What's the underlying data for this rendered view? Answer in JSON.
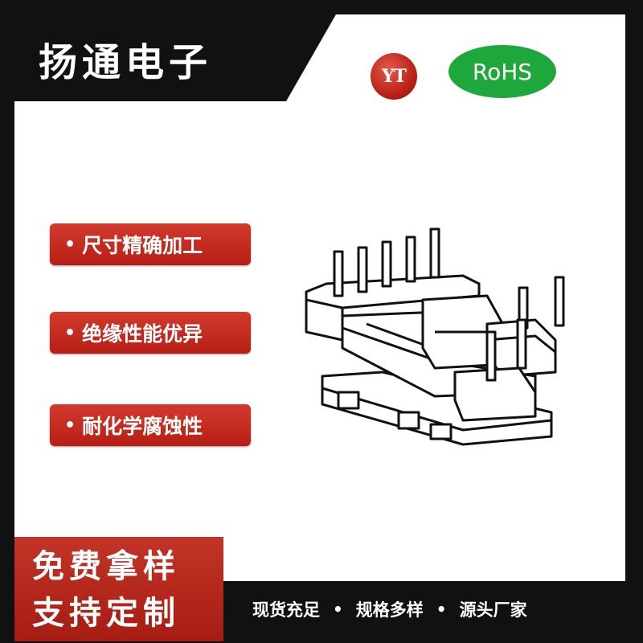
{
  "brand": {
    "title": "扬通电子",
    "logo_text": "YT",
    "rohs_text": "RoHS"
  },
  "features": [
    {
      "bullet": "•",
      "label": "尺寸精确加工"
    },
    {
      "bullet": "•",
      "label": "绝缘性能优异"
    },
    {
      "bullet": "•",
      "label": "耐化学腐蚀性"
    }
  ],
  "cta": {
    "line1": "免费拿样",
    "line2": "支持定制"
  },
  "tagline": {
    "items": [
      "现货充足",
      "规格多样",
      "源头厂家"
    ],
    "separator": "•"
  },
  "colors": {
    "accent_red": "#c23427",
    "rohs_green": "#1ea83c",
    "frame": "#111111"
  }
}
